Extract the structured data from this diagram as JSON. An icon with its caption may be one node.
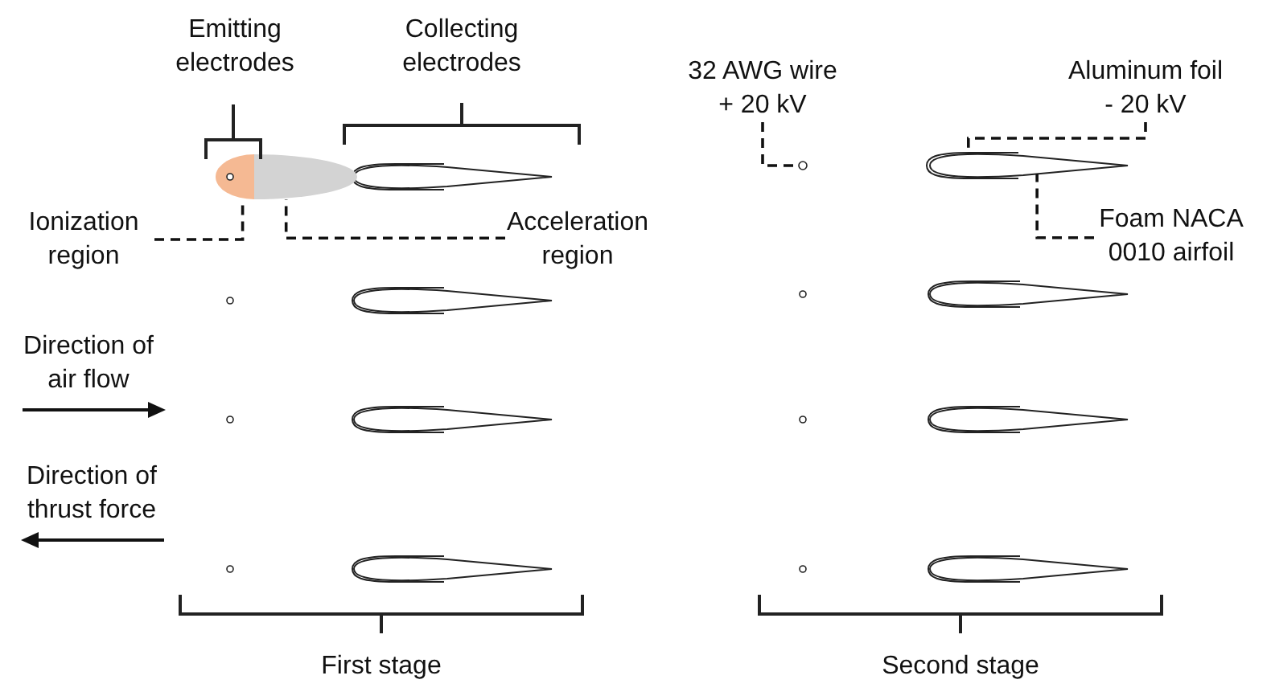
{
  "diagram": {
    "nodes": [
      {
        "text": [
          "Ionization region"
        ]
      },
      {
        "text": [
          "Acceleration region"
        ]
      },
      {
        "text": [
          "32 AWG wire + 20  kV"
        ]
      },
      {
        "text": [
          "Aluminum foil - 20 kV"
        ]
      },
      {
        "text": [
          "Foam NACA 0010 airfoil"
        ]
      },
      {
        "text": [],
        "shape": "circle"
      },
      {
        "text": [],
        "shape": "circle"
      },
      {
        "text": [],
        "shape": "circle"
      },
      {
        "text": [],
        "shape": "bar"
      },
      {
        "text": [],
        "shape": "airfoil"
      }
    ],
    "edges": [
      {
        "from": 0,
        "to": 5,
        "arrow": "none",
        "style": "dashed"
      },
      {
        "from": 1,
        "to": 6,
        "arrow": "none",
        "style": "dashed"
      },
      {
        "from": 2,
        "to": 7,
        "arrow": "none",
        "style": "dashed"
      },
      {
        "from": 3,
        "to": 8,
        "arrow": "none",
        "style": "dashed"
      },
      {
        "from": 4,
        "to": 9,
        "arrow": "none",
        "style": "dashed"
      }
    ],
    "labels": [
      "Emitting electrodes",
      "Collecting electrodes",
      "Direction of air flow",
      "Direction of thrust force",
      "First stage",
      "Second stage"
    ]
  }
}
